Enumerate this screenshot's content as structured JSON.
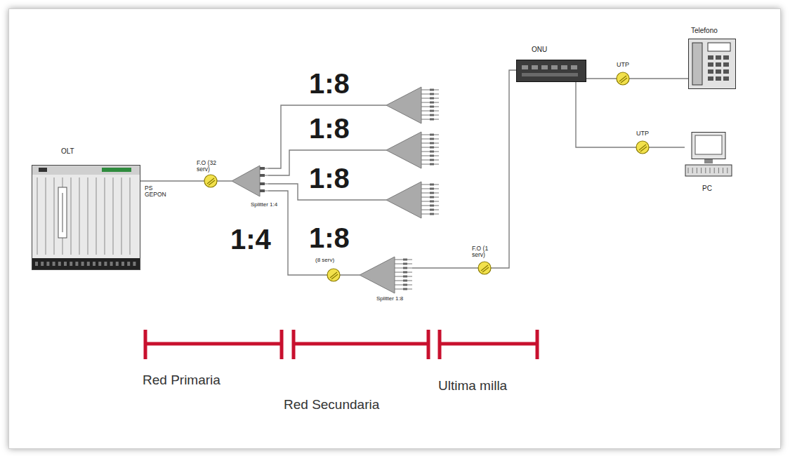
{
  "diagram": {
    "nodes": [
      {
        "text": [
          "OLT"
        ]
      },
      {
        "text": [
          "Splitter 1:4",
          "1:4"
        ]
      },
      {
        "text": [
          "1:8"
        ]
      },
      {
        "text": [
          "1:8"
        ]
      },
      {
        "text": [
          "1:8"
        ]
      },
      {
        "text": [
          "1:8",
          "Splitter 1:8"
        ]
      },
      {
        "text": [
          "ONU"
        ]
      },
      {
        "text": [
          "Telefono"
        ]
      },
      {
        "text": [
          "PC"
        ]
      }
    ],
    "edges": [
      {
        "from": 0,
        "to": 1,
        "arrow": "none"
      },
      {
        "from": 1,
        "to": 2,
        "arrow": "none"
      },
      {
        "from": 1,
        "to": 3,
        "arrow": "none"
      },
      {
        "from": 1,
        "to": 4,
        "arrow": "none"
      },
      {
        "from": 1,
        "to": 5,
        "arrow": "none"
      },
      {
        "from": 5,
        "to": 6,
        "arrow": "none"
      },
      {
        "from": 6,
        "to": 7,
        "label": "UTP",
        "arrow": "none"
      },
      {
        "from": 6,
        "to": 8,
        "label": "UTP",
        "arrow": "none"
      }
    ],
    "labels": [
      "PS GEPON",
      "F.O (32 serv)",
      "(8 serv)",
      "F.O (1 serv)",
      "Red Primaria",
      "Red Secundaria",
      "Ultima milla"
    ]
  }
}
